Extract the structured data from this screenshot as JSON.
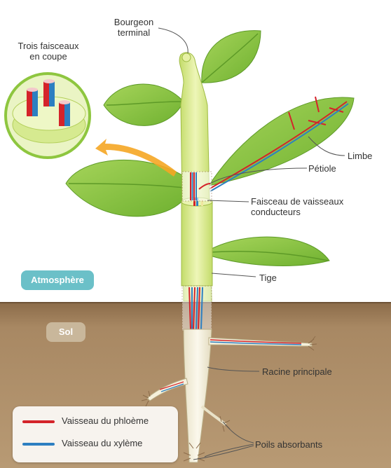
{
  "labels": {
    "bourgeon": "Bourgeon\nterminal",
    "trois": "Trois faisceaux\nen coupe",
    "limbe": "Limbe",
    "petiole": "Pétiole",
    "faisceau": "Faisceau de vaisseaux\nconducteurs",
    "tige": "Tige",
    "racine": "Racine principale",
    "poils": "Poils absorbants"
  },
  "zones": {
    "atmosphere": "Atmosphère",
    "sol": "Sol"
  },
  "legend": {
    "phloeme": "Vaisseau du phloème",
    "xyleme": "Vaisseau du xylème"
  },
  "colors": {
    "sky": "#ffffff",
    "soil": "#a88863",
    "leaf": "#8ec63f",
    "stem": "#d8ea8c",
    "phloem": "#d4232a",
    "xylem": "#2d7fc1",
    "atmosphere_pill": "#6bc0c8",
    "sol_pill": "#c9b79b",
    "arrow": "#f5a623"
  }
}
